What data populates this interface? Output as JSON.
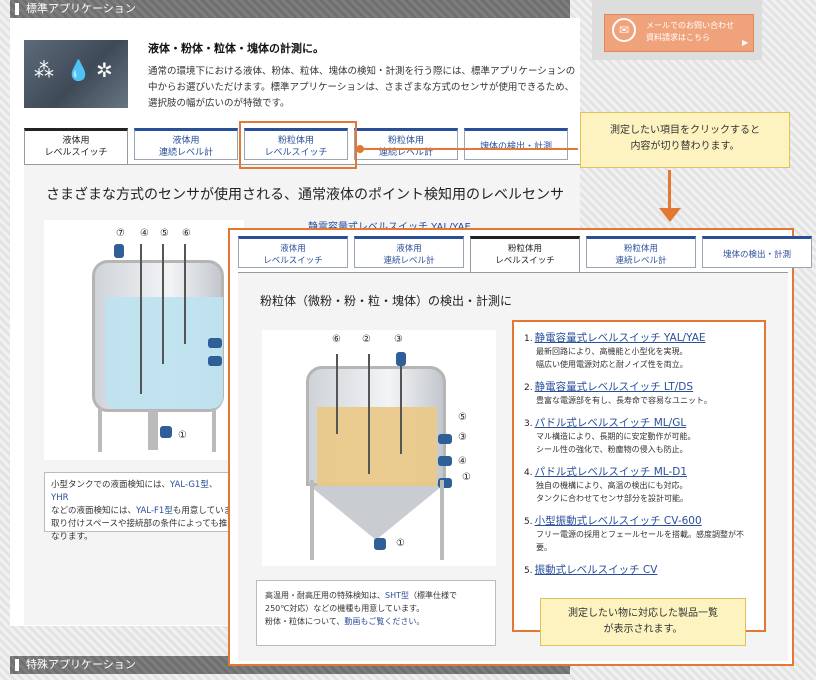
{
  "background_page": {
    "section_title": "標準アプリケーション",
    "bottom_section_title": "特殊アプリケーション",
    "hero_title": "液体・粉体・粒体・塊体の計測に。",
    "hero_body": "通常の環境下における液体、粉体、粒体、塊体の検知・計測を行う際には、標準アプリケーションの中からお選びいただけます。標準アプリケーションは、さまざまな方式のセンサが使用できるため、選択肢の幅が広いのが特徴です。",
    "tabs": [
      {
        "line1": "液体用",
        "line2": "レベルスイッチ"
      },
      {
        "line1": "液体用",
        "line2": "連続レベル計"
      },
      {
        "line1": "粉粒体用",
        "line2": "レベルスイッチ"
      },
      {
        "line1": "粉粒体用",
        "line2": "連続レベル計"
      },
      {
        "line1": "塊体の検出・計測",
        "line2": ""
      }
    ],
    "panel_heading": "さまざまな方式のセンサが使用される、通常液体のポイント検知用のレベルセンサ",
    "partial_link": "静電容量式レベルスイッチ YAL/YAE",
    "diagram_numbers": [
      "⑦",
      "④",
      "⑤",
      "⑥",
      "①"
    ],
    "note": {
      "line1_a": "小型タンクでの液面検知には、",
      "line1_b": "YAL-G1型、YHR",
      "line2_a": "などの液面検知には、",
      "line2_b": "YAL-F1型",
      "line2_c": "も用意していま",
      "line3": "取り付けスペースや接続部の条件によっても推",
      "line4": "なります。"
    }
  },
  "cta": {
    "line1": "メールでのお問い合わせ",
    "line2": "資料請求はこちら",
    "arrow": "▶"
  },
  "callout_top": {
    "line1": "測定したい項目をクリックすると",
    "line2": "内容が切り替わります。"
  },
  "callout_bottom": {
    "line1": "測定したい物に対応した製品一覧",
    "line2": "が表示されます。"
  },
  "foreground_panel": {
    "tabs": [
      {
        "line1": "液体用",
        "line2": "レベルスイッチ"
      },
      {
        "line1": "液体用",
        "line2": "連続レベル計"
      },
      {
        "line1": "粉粒体用",
        "line2": "レベルスイッチ"
      },
      {
        "line1": "粉粒体用",
        "line2": "連続レベル計"
      },
      {
        "line1": "塊体の検出・計測",
        "line2": ""
      }
    ],
    "heading": "粉粒体（微粉・粉・粒・塊体）の検出・計測に",
    "diagram_numbers": [
      "⑥",
      "②",
      "③",
      "⑤",
      "③",
      "④",
      "①",
      "①"
    ],
    "note": {
      "line1_a": "高温用・耐高圧用の特殊検知は、",
      "line1_b": "SHT型",
      "line1_c": "（標準仕様で",
      "line2": "250℃対応）などの機種も用意しています。",
      "line3_a": "粉体・粒体について、",
      "line3_b": "動画もご覧ください。"
    },
    "products": [
      {
        "index": "1.",
        "name": "静電容量式レベルスイッチ YAL/YAE",
        "desc1": "最新回路により、高機能と小型化を実現。",
        "desc2": "幅広い使用電源対応と耐ノイズ性を両立。"
      },
      {
        "index": "2.",
        "name": "静電容量式レベルスイッチ LT/DS",
        "desc1": "豊富な電源部を有し、長寿命で容易なユニット。",
        "desc2": ""
      },
      {
        "index": "3.",
        "name": "パドル式レベルスイッチ ML/GL",
        "desc1": "マル構造により、長期的に安定動作が可能。",
        "desc2": "シール性の強化で、粉塵物の侵入も防止。"
      },
      {
        "index": "4.",
        "name": "パドル式レベルスイッチ ML-D1",
        "desc1": "独自の機構により、高温の検出にも対応。",
        "desc2": "タンクに合わせてセンサ部分を設計可能。"
      },
      {
        "index": "5.",
        "name": "小型振動式レベルスイッチ CV-600",
        "desc1": "フリー電源の採用とフェールセールを搭載。感度調整が不要。",
        "desc2": ""
      },
      {
        "index": "5.",
        "name": "振動式レベルスイッチ CV",
        "desc1": "",
        "desc2": ""
      }
    ]
  },
  "colors": {
    "accent_orange": "#e27833",
    "link_blue": "#2a4f9a",
    "callout_bg": "#fdf3c0",
    "liquid": "#bfe1ef",
    "powder": "#e9c98a"
  }
}
